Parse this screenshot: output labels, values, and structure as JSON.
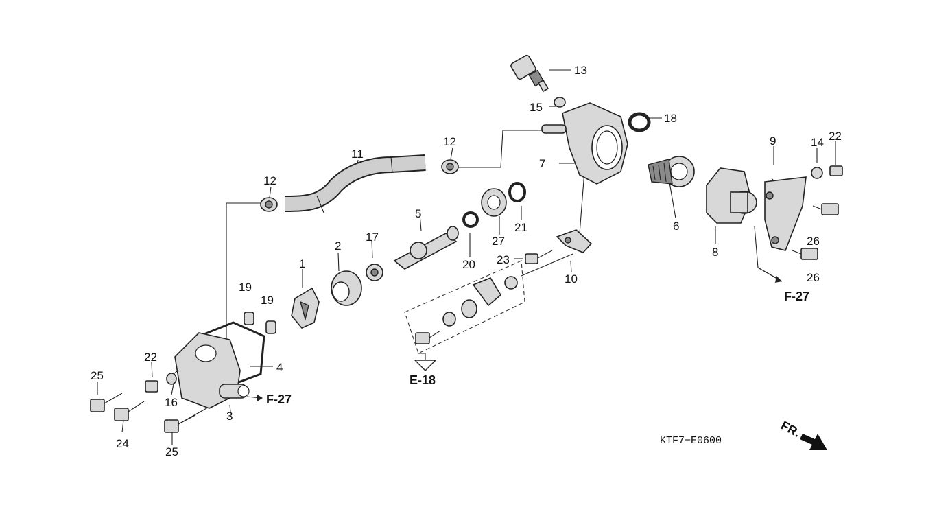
{
  "diagram": {
    "code": "KTF7−E0600",
    "front_mark": "FR.",
    "refs": {
      "f27_a": "F-27",
      "f27_b": "F-27",
      "e18": "E-18"
    },
    "callouts": {
      "n1": "1",
      "n2": "2",
      "n3": "3",
      "n4": "4",
      "n5": "5",
      "n6": "6",
      "n7": "7",
      "n8": "8",
      "n9": "9",
      "n10": "10",
      "n11": "11",
      "n12a": "12",
      "n12b": "12",
      "n13": "13",
      "n14": "14",
      "n15": "15",
      "n16": "16",
      "n17": "17",
      "n18": "18",
      "n19a": "19",
      "n19b": "19",
      "n20": "20",
      "n21": "21",
      "n22a": "22",
      "n22b": "22",
      "n23": "23",
      "n24": "24",
      "n25a": "25",
      "n25b": "25",
      "n26a": "26",
      "n26b": "26",
      "n27": "27"
    }
  }
}
